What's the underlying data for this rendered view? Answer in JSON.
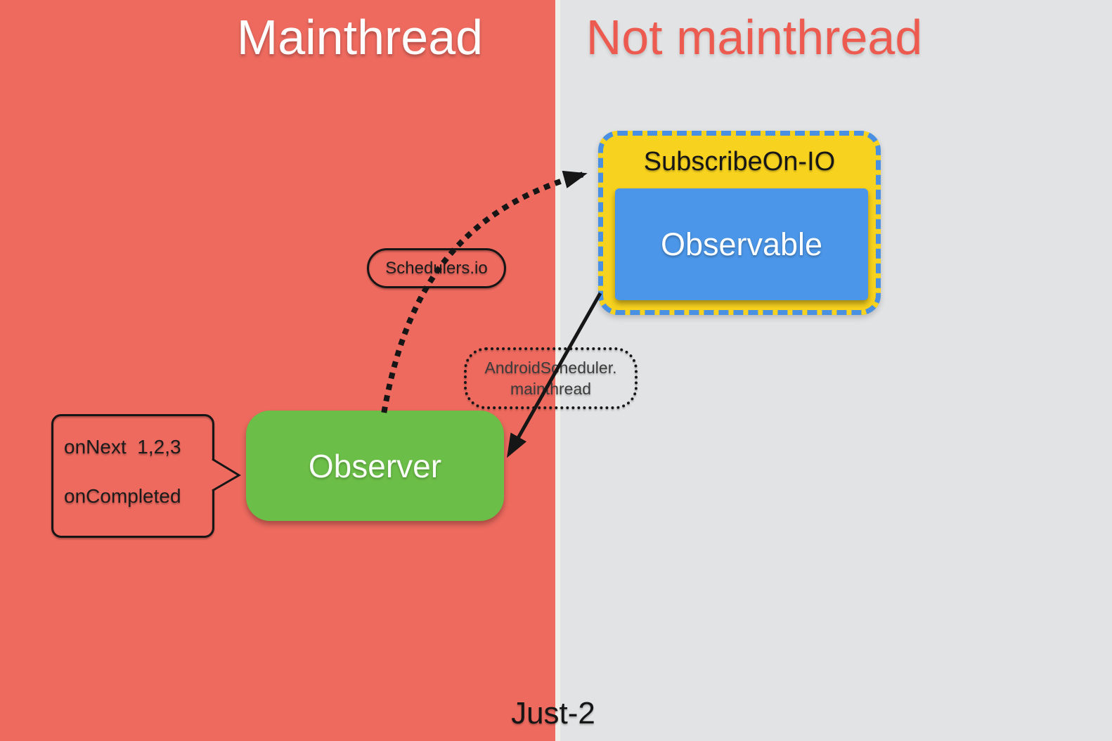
{
  "titles": {
    "left": "Mainthread",
    "right": "Not mainthread"
  },
  "subscribe_group": {
    "header": "SubscribeOn-IO",
    "observable": "Observable"
  },
  "scheduler_labels": {
    "io": "Schedulers.io",
    "android_line1": "AndroidScheduler.",
    "android_line2": "mainthread"
  },
  "observer": {
    "label": "Observer"
  },
  "callout": {
    "line1": "onNext  1,2,3",
    "line2": "onCompleted"
  },
  "footer": {
    "caption": "Just-2"
  },
  "colors": {
    "mainthread_bg": "#EE6A5F",
    "not_mainthread_bg": "#E2E3E4",
    "mainthread_title_text": "#FDFDFD",
    "not_mainthread_title_text": "#ED5B50",
    "subscribe_box_yellow": "#F7D21E",
    "subscribe_dash_blue": "#4A90E2",
    "observable_blue": "#4B96E8",
    "observer_green": "#6BBE47",
    "arrow_black": "#161616"
  }
}
